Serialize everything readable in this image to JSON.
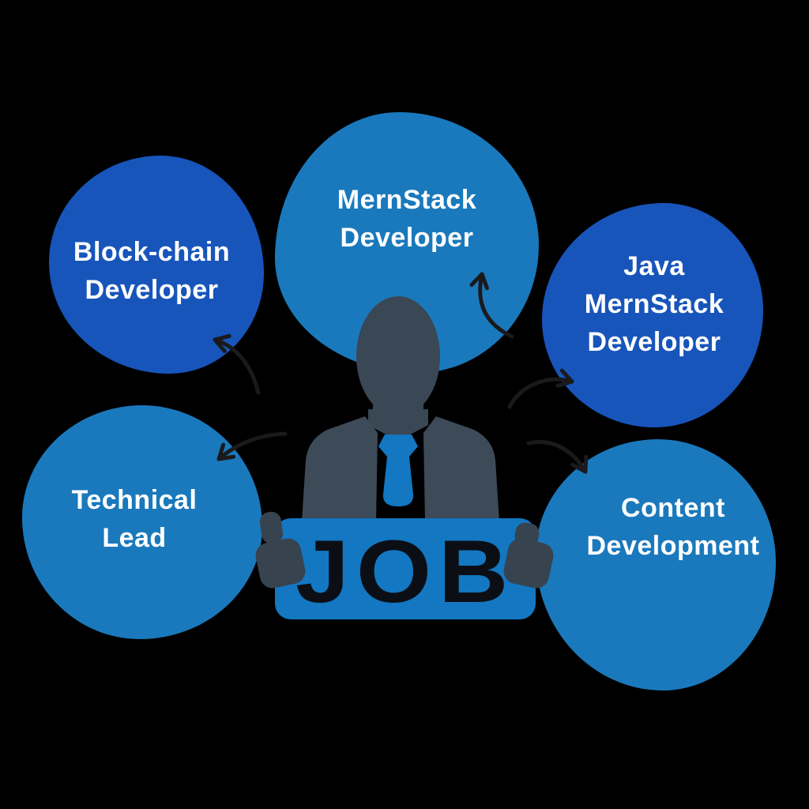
{
  "title": "Job roles diagram",
  "background_color": "#000000",
  "center": {
    "figure": "businessman-silhouette",
    "sign_label": "JOB",
    "colors": {
      "sign_blue": "#1377c2",
      "tie_blue": "#1377c2",
      "suit_slate": "#3a4754",
      "hand_slate": "#37434f",
      "sign_text": "#0b0f15"
    }
  },
  "nodes": [
    {
      "id": "blockchain",
      "label": "Block-chain\nDeveloper",
      "color": "#1855bb"
    },
    {
      "id": "mernstack",
      "label": "MernStack\nDeveloper",
      "color": "#1a79bc"
    },
    {
      "id": "java-mernstack",
      "label": "Java\nMernStack\nDeveloper",
      "color": "#1855bb"
    },
    {
      "id": "technical-lead",
      "label": "Technical\nLead",
      "color": "#1a79bc"
    },
    {
      "id": "content-development",
      "label": "Content\nDevelopment",
      "color": "#1a79bc"
    }
  ],
  "arrows": [
    {
      "from": "center",
      "to": "blockchain"
    },
    {
      "from": "center",
      "to": "technical-lead"
    },
    {
      "from": "center",
      "to": "mernstack"
    },
    {
      "from": "center",
      "to": "java-mernstack"
    },
    {
      "from": "center",
      "to": "content-development"
    }
  ],
  "arrow_color": "#1a1a1d",
  "label_text_color": "#ffffff"
}
